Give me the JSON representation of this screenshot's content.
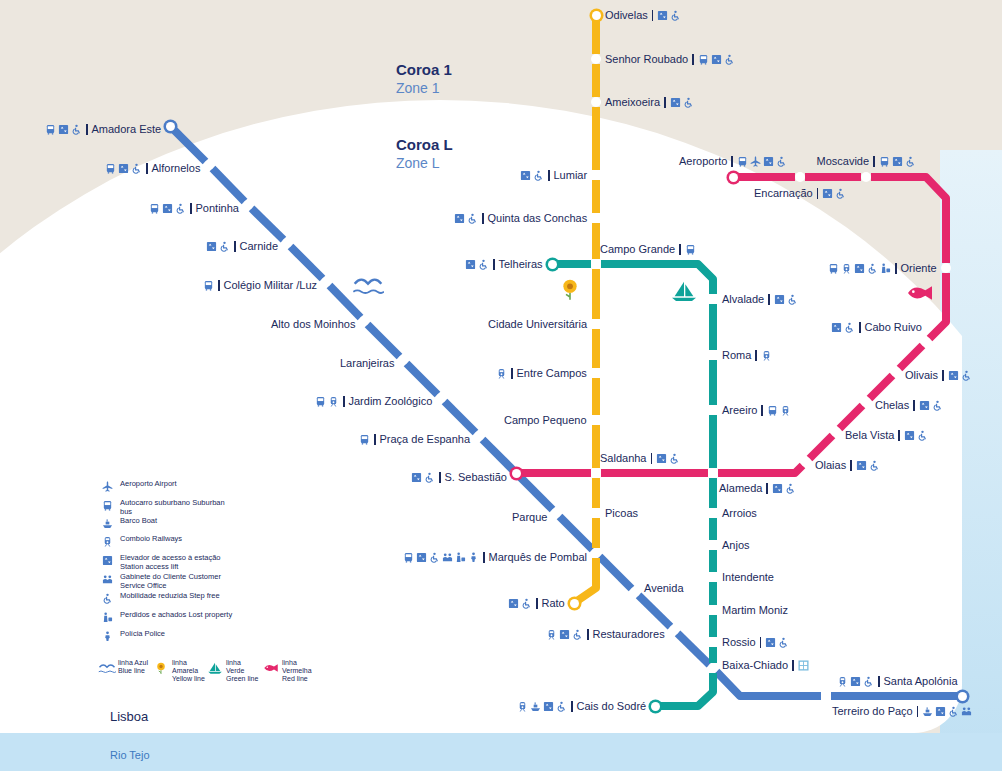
{
  "diagram": {
    "nodes": [
      {
        "text": [
          "Amadora Este"
        ]
      },
      {
        "text": [
          "Alfornelos"
        ]
      },
      {
        "text": [
          "Pontinha"
        ]
      },
      {
        "text": [
          "Carnide"
        ]
      },
      {
        "text": [
          "Colégio Militar /Luz"
        ]
      },
      {
        "text": [
          "Alto dos Moinhos"
        ]
      },
      {
        "text": [
          "Laranjeiras"
        ]
      },
      {
        "text": [
          "Jardim Zoológico"
        ]
      },
      {
        "text": [
          "Praça de Espanha"
        ]
      },
      {
        "text": [
          "S. Sebastião"
        ]
      },
      {
        "text": [
          "Parque"
        ]
      },
      {
        "text": [
          "Marquês de Pombal"
        ]
      },
      {
        "text": [
          "Avenida"
        ]
      },
      {
        "text": [
          "Restauradores"
        ]
      },
      {
        "text": [
          "Baixa-Chiado"
        ]
      },
      {
        "text": [
          "Terreiro do Paço"
        ]
      },
      {
        "text": [
          "Santa Apolónia"
        ]
      },
      {
        "text": [
          "Odivelas"
        ]
      },
      {
        "text": [
          "Senhor Roubado"
        ]
      },
      {
        "text": [
          "Ameixoeira"
        ]
      },
      {
        "text": [
          "Lumiar"
        ]
      },
      {
        "text": [
          "Quinta das Conchas"
        ]
      },
      {
        "text": [
          "Campo Grande"
        ]
      },
      {
        "text": [
          "Cidade Universitária"
        ]
      },
      {
        "text": [
          "Entre Campos"
        ]
      },
      {
        "text": [
          "Campo Pequeno"
        ]
      },
      {
        "text": [
          "Saldanha"
        ]
      },
      {
        "text": [
          "Picoas"
        ]
      },
      {
        "text": [
          "Rato"
        ]
      },
      {
        "text": [
          "Telheiras"
        ]
      },
      {
        "text": [
          "Alvalade"
        ]
      },
      {
        "text": [
          "Roma"
        ]
      },
      {
        "text": [
          "Areeiro"
        ]
      },
      {
        "text": [
          "Alameda"
        ]
      },
      {
        "text": [
          "Arroios"
        ]
      },
      {
        "text": [
          "Anjos"
        ]
      },
      {
        "text": [
          "Intendente"
        ]
      },
      {
        "text": [
          "Martim Moniz"
        ]
      },
      {
        "text": [
          "Rossio"
        ]
      },
      {
        "text": [
          "Cais do Sodré"
        ]
      },
      {
        "text": [
          "Olaias"
        ]
      },
      {
        "text": [
          "Bela Vista"
        ]
      },
      {
        "text": [
          "Chelas"
        ]
      },
      {
        "text": [
          "Olivais"
        ]
      },
      {
        "text": [
          "Cabo Ruivo"
        ]
      },
      {
        "text": [
          "Oriente"
        ]
      },
      {
        "text": [
          "Moscavide"
        ]
      },
      {
        "text": [
          "Encarnação"
        ]
      },
      {
        "text": [
          "Aeroporto"
        ]
      }
    ],
    "edges": [
      {
        "from": 0,
        "to": 1,
        "arrow": "none"
      },
      {
        "from": 1,
        "to": 2,
        "arrow": "none"
      },
      {
        "from": 2,
        "to": 3,
        "arrow": "none"
      },
      {
        "from": 3,
        "to": 4,
        "arrow": "none"
      },
      {
        "from": 4,
        "to": 5,
        "arrow": "none"
      },
      {
        "from": 5,
        "to": 6,
        "arrow": "none"
      },
      {
        "from": 6,
        "to": 7,
        "arrow": "none"
      },
      {
        "from": 7,
        "to": 8,
        "arrow": "none"
      },
      {
        "from": 8,
        "to": 9,
        "arrow": "none"
      },
      {
        "from": 9,
        "to": 10,
        "arrow": "none"
      },
      {
        "from": 10,
        "to": 11,
        "arrow": "none"
      },
      {
        "from": 11,
        "to": 12,
        "arrow": "none"
      },
      {
        "from": 12,
        "to": 13,
        "arrow": "none"
      },
      {
        "from": 13,
        "to": 14,
        "arrow": "none"
      },
      {
        "from": 14,
        "to": 15,
        "arrow": "none"
      },
      {
        "from": 15,
        "to": 16,
        "arrow": "none"
      },
      {
        "from": 17,
        "to": 18,
        "arrow": "none"
      },
      {
        "from": 18,
        "to": 19,
        "arrow": "none"
      },
      {
        "from": 19,
        "to": 20,
        "arrow": "none"
      },
      {
        "from": 20,
        "to": 21,
        "arrow": "none"
      },
      {
        "from": 21,
        "to": 22,
        "arrow": "none"
      },
      {
        "from": 22,
        "to": 23,
        "arrow": "none"
      },
      {
        "from": 23,
        "to": 24,
        "arrow": "none"
      },
      {
        "from": 24,
        "to": 25,
        "arrow": "none"
      },
      {
        "from": 25,
        "to": 26,
        "arrow": "none"
      },
      {
        "from": 26,
        "to": 27,
        "arrow": "none"
      },
      {
        "from": 27,
        "to": 11,
        "arrow": "none"
      },
      {
        "from": 11,
        "to": 28,
        "arrow": "none"
      },
      {
        "from": 29,
        "to": 22,
        "arrow": "none"
      },
      {
        "from": 22,
        "to": 30,
        "arrow": "none"
      },
      {
        "from": 30,
        "to": 31,
        "arrow": "none"
      },
      {
        "from": 31,
        "to": 32,
        "arrow": "none"
      },
      {
        "from": 32,
        "to": 33,
        "arrow": "none"
      },
      {
        "from": 33,
        "to": 34,
        "arrow": "none"
      },
      {
        "from": 34,
        "to": 35,
        "arrow": "none"
      },
      {
        "from": 35,
        "to": 36,
        "arrow": "none"
      },
      {
        "from": 36,
        "to": 37,
        "arrow": "none"
      },
      {
        "from": 37,
        "to": 38,
        "arrow": "none"
      },
      {
        "from": 38,
        "to": 14,
        "arrow": "none"
      },
      {
        "from": 14,
        "to": 39,
        "arrow": "none"
      },
      {
        "from": 9,
        "to": 26,
        "arrow": "none"
      },
      {
        "from": 26,
        "to": 33,
        "arrow": "none"
      },
      {
        "from": 33,
        "to": 40,
        "arrow": "none"
      },
      {
        "from": 40,
        "to": 41,
        "arrow": "none"
      },
      {
        "from": 41,
        "to": 42,
        "arrow": "none"
      },
      {
        "from": 42,
        "to": 43,
        "arrow": "none"
      },
      {
        "from": 43,
        "to": 44,
        "arrow": "none"
      },
      {
        "from": 44,
        "to": 45,
        "arrow": "none"
      },
      {
        "from": 45,
        "to": 46,
        "arrow": "none"
      },
      {
        "from": 46,
        "to": 47,
        "arrow": "none"
      },
      {
        "from": 47,
        "to": 48,
        "arrow": "none"
      }
    ],
    "labels": [
      "Coroa 1",
      "Zone 1",
      "Coroa L",
      "Zone L",
      "Lisboa",
      "Rio Tejo"
    ],
    "legend": [
      {
        "text": "Aeroporto Airport"
      },
      {
        "text": "Autocarro suburbano Suburban bus"
      },
      {
        "text": "Barco Boat"
      },
      {
        "text": "Comboio Railways"
      },
      {
        "text": "Elevador de acesso à estação Station access lift"
      },
      {
        "text": "Gabinete do Cliente Customer Service Office"
      },
      {
        "text": "Mobilidade reduzida Step free"
      },
      {
        "text": "Perdidos e achados Lost property"
      },
      {
        "text": "Polícia Police"
      },
      {
        "text": "linha Azul Blue line"
      },
      {
        "text": "linha Amarela Yellow line"
      },
      {
        "text": "linha Verde Green line"
      },
      {
        "text": "linha Vermelha Red line"
      }
    ]
  }
}
